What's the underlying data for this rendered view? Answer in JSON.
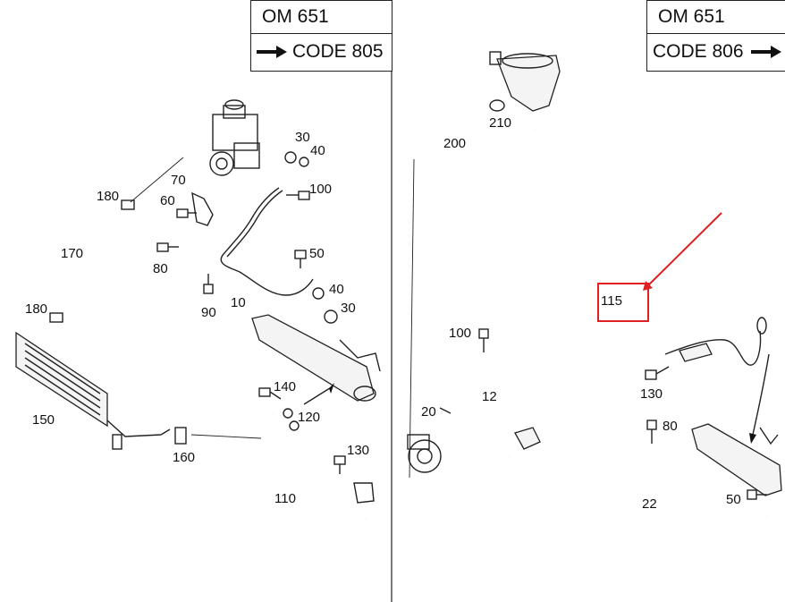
{
  "left_panel": {
    "engine": "OM 651",
    "code": "CODE 805",
    "labels": [
      "30",
      "40",
      "100",
      "180",
      "70",
      "60",
      "170",
      "80",
      "50",
      "10",
      "90",
      "40",
      "30",
      "180",
      "150",
      "160",
      "140",
      "120",
      "130",
      "110"
    ]
  },
  "right_panel": {
    "engine": "OM 651",
    "code": "CODE 806",
    "labels": [
      "210",
      "200",
      "115",
      "100",
      "12",
      "20",
      "130",
      "80",
      "22",
      "50"
    ],
    "highlight_label": "115"
  },
  "colors": {
    "highlight": "#e02020",
    "line": "#222222"
  }
}
